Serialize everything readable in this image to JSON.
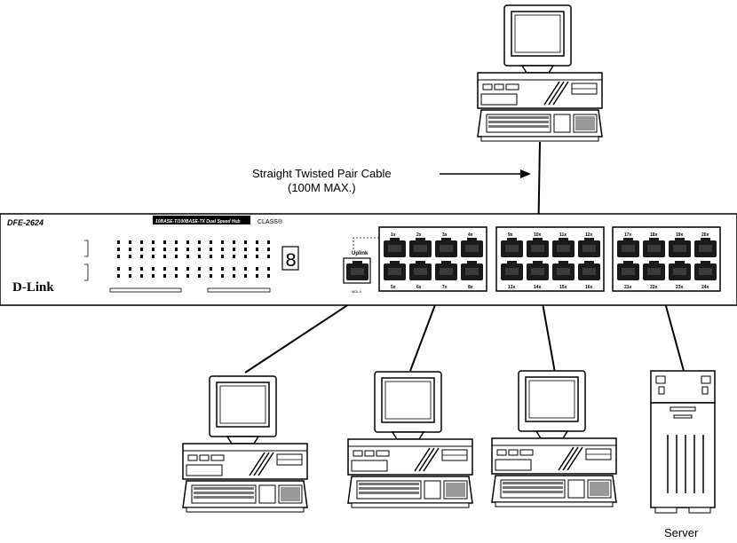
{
  "cable_label": {
    "line1": "Straight Twisted Pair Cable",
    "line2": "(100M MAX.)"
  },
  "hub": {
    "model": "DFE-2624",
    "title_badge": "10BASE-T/100BASE-TX Dual Speed Hub",
    "class_label": "CLASS®",
    "brand": "D-Link",
    "uplink_label": "Uplink",
    "mdi_label": "MDI-II",
    "seg_digit": "8",
    "top_port_labels": [
      "1x",
      "2x",
      "3x",
      "4x",
      "9x",
      "10x",
      "11x",
      "12x",
      "17x",
      "18x",
      "19x",
      "20x"
    ],
    "bottom_port_labels": [
      "5x",
      "6x",
      "7x",
      "8x",
      "13x",
      "14x",
      "15x",
      "16x",
      "21x",
      "22x",
      "23x",
      "24x"
    ]
  },
  "server_label": "Server",
  "colors": {
    "line": "#000000",
    "port_fill": "#1a1a1a",
    "paper": "#ffffff"
  }
}
